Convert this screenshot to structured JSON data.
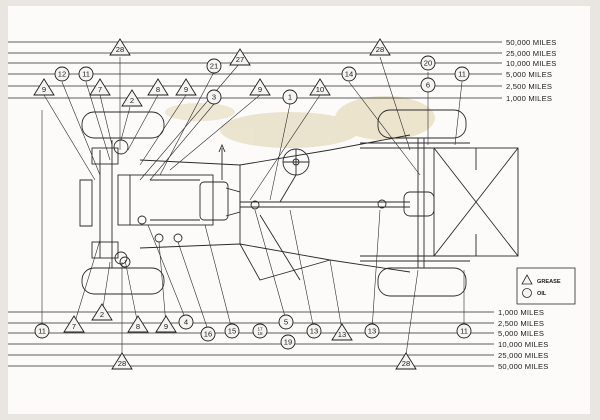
{
  "intervals_top": [
    "50,000 MILES",
    "25,000 MILES",
    "10,000 MILES",
    "5,000 MILES",
    "2,500 MILES",
    "1,000 MILES"
  ],
  "intervals_bottom": [
    "1,000 MILES",
    "2,500 MILES",
    "5,000 MILES",
    "10,000 MILES",
    "25,000 MILES",
    "50,000 MILES"
  ],
  "legend": {
    "grease": "GREASE",
    "oil": "OIL"
  },
  "top_markers": [
    {
      "id": "t28a",
      "label": "28",
      "shape": "triangle",
      "line": 0
    },
    {
      "id": "t28b",
      "label": "28",
      "shape": "triangle",
      "line": 0
    },
    {
      "id": "t27",
      "label": "27",
      "shape": "triangle",
      "line": 1
    },
    {
      "id": "t20",
      "label": "20",
      "shape": "circle",
      "line": 2
    },
    {
      "id": "t21",
      "label": "21",
      "shape": "circle",
      "line": 3
    },
    {
      "id": "t12",
      "label": "12",
      "shape": "circle",
      "line": 3
    },
    {
      "id": "t11a",
      "label": "11",
      "shape": "circle",
      "line": 3
    },
    {
      "id": "t14",
      "label": "14",
      "shape": "circle",
      "line": 3
    },
    {
      "id": "t11b",
      "label": "11",
      "shape": "circle",
      "line": 3
    },
    {
      "id": "t6",
      "label": "6",
      "shape": "circle",
      "line": 4
    },
    {
      "id": "t9a",
      "label": "9",
      "shape": "triangle",
      "line": 4
    },
    {
      "id": "t7",
      "label": "7",
      "shape": "triangle",
      "line": 4
    },
    {
      "id": "t8",
      "label": "8",
      "shape": "triangle",
      "line": 4
    },
    {
      "id": "t9b",
      "label": "9",
      "shape": "triangle",
      "line": 4
    },
    {
      "id": "t9c",
      "label": "9",
      "shape": "triangle",
      "line": 4
    },
    {
      "id": "t10",
      "label": "10",
      "shape": "triangle",
      "line": 4
    },
    {
      "id": "t3",
      "label": "3",
      "shape": "circle",
      "line": 5
    },
    {
      "id": "t1",
      "label": "1",
      "shape": "circle",
      "line": 5
    },
    {
      "id": "t2",
      "label": "2",
      "shape": "triangle",
      "line": 5
    }
  ],
  "bottom_markers": [
    {
      "id": "b5",
      "label": "5",
      "shape": "circle",
      "line": 0
    },
    {
      "id": "b4",
      "label": "4",
      "shape": "circle",
      "line": 0
    },
    {
      "id": "b11a",
      "label": "11",
      "shape": "circle",
      "line": 1
    },
    {
      "id": "b7",
      "label": "7",
      "shape": "triangle",
      "line": 1
    },
    {
      "id": "b8",
      "label": "8",
      "shape": "triangle",
      "line": 1
    },
    {
      "id": "b9",
      "label": "9",
      "shape": "triangle",
      "line": 1
    },
    {
      "id": "b16",
      "label": "16",
      "shape": "circle",
      "line": 1
    },
    {
      "id": "b15",
      "label": "15",
      "shape": "circle",
      "line": 1
    },
    {
      "id": "b1718",
      "label": "17\n18",
      "shape": "circle",
      "line": 1
    },
    {
      "id": "b13a",
      "label": "13",
      "shape": "circle",
      "line": 1
    },
    {
      "id": "b13b",
      "label": "13",
      "shape": "triangle",
      "line": 1
    },
    {
      "id": "b13c",
      "label": "13",
      "shape": "circle",
      "line": 1
    },
    {
      "id": "b11b",
      "label": "11",
      "shape": "circle",
      "line": 1
    },
    {
      "id": "b2",
      "label": "2",
      "shape": "triangle",
      "line": 1
    },
    {
      "id": "b19",
      "label": "19",
      "shape": "circle",
      "line": 2
    },
    {
      "id": "b28a",
      "label": "28",
      "shape": "triangle",
      "line": 5
    },
    {
      "id": "b28b",
      "label": "28",
      "shape": "triangle",
      "line": 5
    }
  ]
}
